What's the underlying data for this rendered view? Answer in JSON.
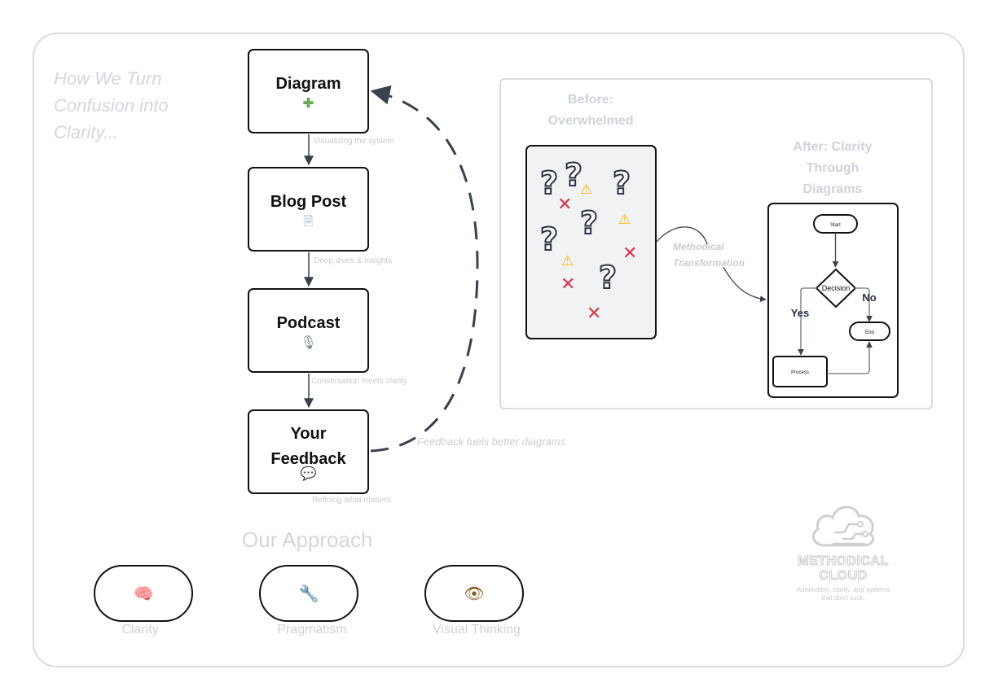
{
  "title": "How We Turn Confusion into Clarity...",
  "title_lines": [
    "How We Turn",
    "Confusion into",
    "Clarity..."
  ],
  "flow": {
    "nodes": [
      {
        "label": "Diagram",
        "icon": "puzzle-icon",
        "glyph": "✚",
        "caption": "Visualizing the system"
      },
      {
        "label": "Blog Post",
        "icon": "document-icon",
        "glyph": "🗎",
        "caption": "Deep dives & insights"
      },
      {
        "label": "Podcast",
        "icon": "microphone-icon",
        "glyph": "🎙",
        "caption": "Conversation meets clarity"
      },
      {
        "label": "Your Feedback",
        "label_lines": [
          "Your",
          "Feedback"
        ],
        "icon": "speech-bubble-icon",
        "glyph": "💬",
        "caption": "Refining what matters"
      }
    ],
    "loop_label": "Feedback fuels better diagrams"
  },
  "comparison": {
    "before_heading": [
      "Before:",
      "Overwhelmed"
    ],
    "after_heading": [
      "After: Clarity",
      "Through",
      "Diagrams"
    ],
    "transition_label": [
      "Methodical",
      "Transformation"
    ],
    "before_glyphs": {
      "question": "?",
      "cross": "✕",
      "warning": "⚠"
    },
    "flowchart": {
      "start": "Start",
      "decision": "Decision",
      "yes": "Yes",
      "no": "No",
      "process": "Process",
      "end": "End"
    }
  },
  "approach": {
    "heading": "Our Approach",
    "items": [
      {
        "label": "Clarity",
        "icon": "brain-icon",
        "glyph": "🧠"
      },
      {
        "label": "Pragmatism",
        "icon": "wrench-icon",
        "glyph": "🔧"
      },
      {
        "label": "Visual Thinking",
        "icon": "eye-icon",
        "glyph": "👁"
      }
    ]
  },
  "logo": {
    "name_lines": [
      "METHODICAL",
      "CLOUD"
    ],
    "tagline_lines": [
      "Automation, clarity, and systems",
      "that don't suck."
    ]
  },
  "colors": {
    "stroke": "#111111",
    "arrow": "#3a404c",
    "muted_text": "#c9ccd3",
    "error_red": "#e0334a",
    "warning_yellow": "#f4b400"
  }
}
